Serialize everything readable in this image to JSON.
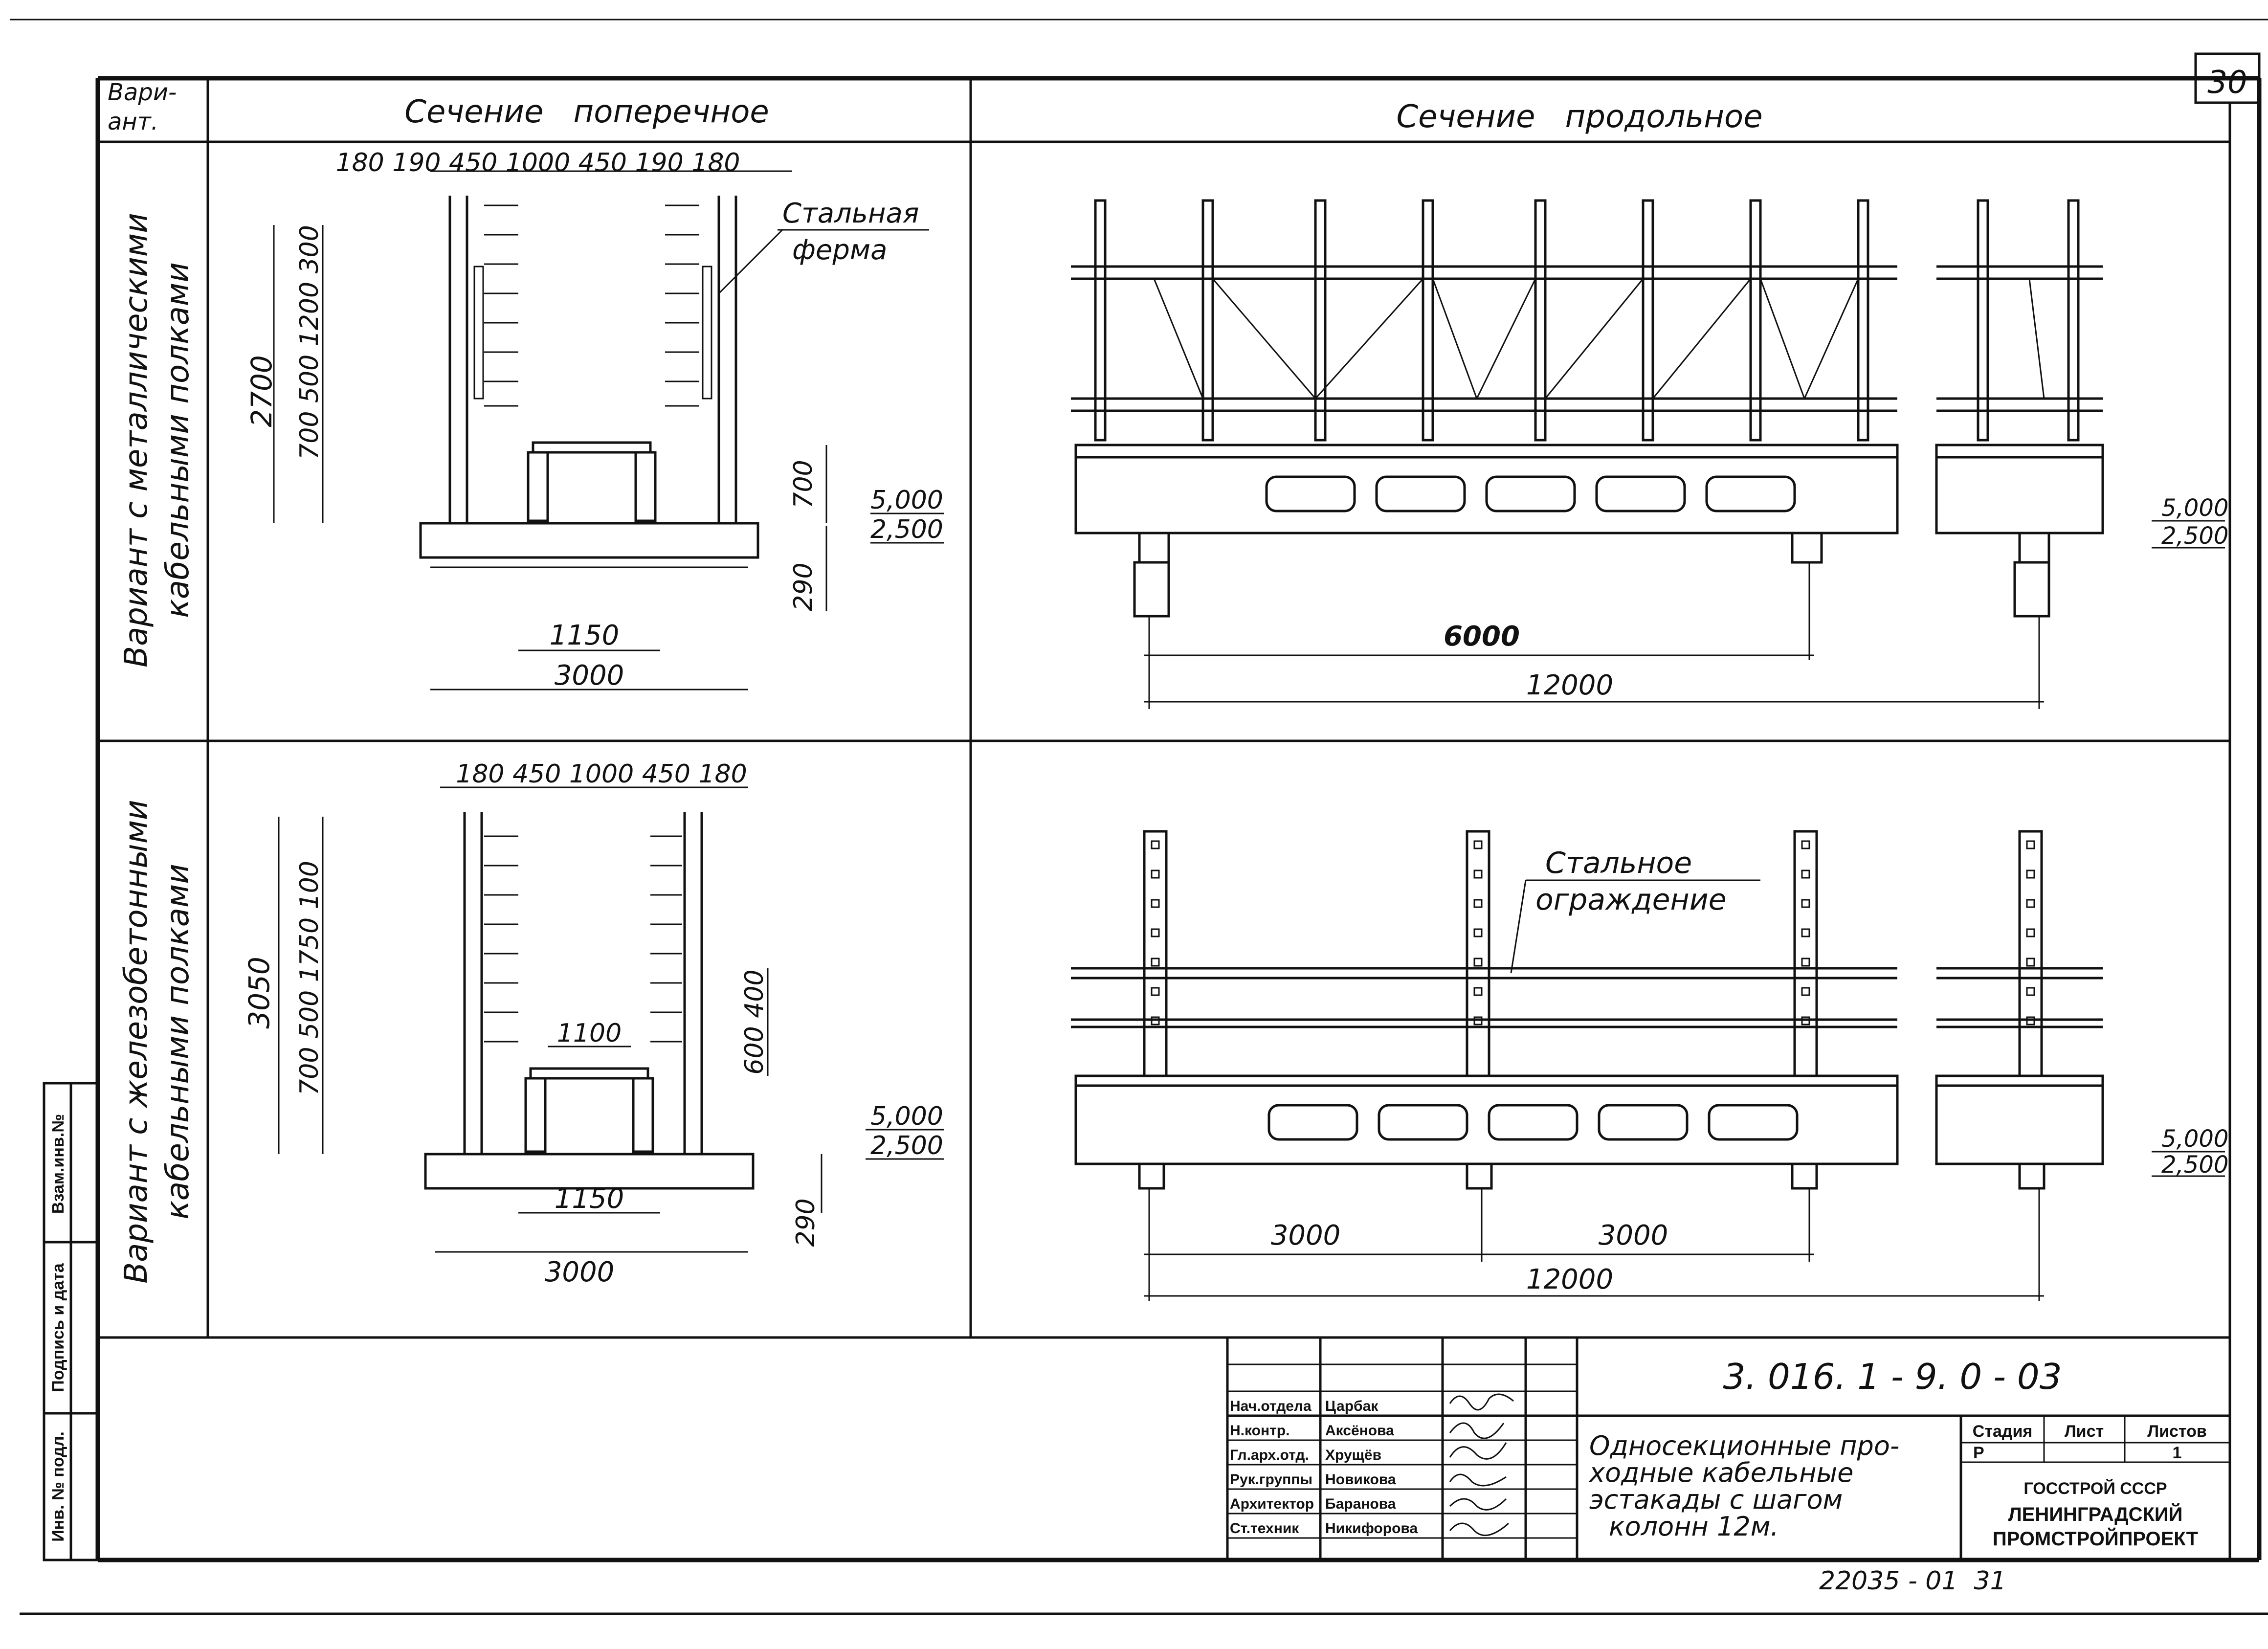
{
  "sheet_number": "30",
  "header": {
    "variant": "Вари-\nант.",
    "cross_section": "Сечение   поперечное",
    "longitudinal_section": "Сечение   продольное"
  },
  "variant_1": {
    "label_line1": "Вариант с металлическими",
    "label_line2": "кабельными полками",
    "cross": {
      "top_dims": [
        "180",
        "190",
        "450",
        "1000",
        "450",
        "190",
        "180"
      ],
      "left_total": "2700",
      "left_dims": [
        "300",
        "1200",
        "500",
        "700"
      ],
      "right_dim": "700",
      "bottom_dim": "290",
      "width_inner": "1150",
      "width_total": "3000",
      "callout": "Стальная ферма",
      "level_top": "5,000",
      "level_bottom": "2,500"
    },
    "long": {
      "span_half": "6000",
      "span_total": "12000",
      "level_top": "5,000",
      "level_bottom": "2,500"
    }
  },
  "variant_2": {
    "label_line1": "Вариант с железобетонными",
    "label_line2": "кабельными полками",
    "cross": {
      "top_dims": [
        "180",
        "450",
        "1000",
        "450",
        "180"
      ],
      "left_total": "3050",
      "left_dims": [
        "100",
        "1750",
        "500",
        "700"
      ],
      "right_dims": [
        "400",
        "600"
      ],
      "inner_width": "1100",
      "bottom_dim": "290",
      "width_inner": "1150",
      "width_total": "3000",
      "level_top": "5,000",
      "level_bottom": "2,500"
    },
    "long": {
      "span_a": "3000",
      "span_b": "3000",
      "span_total": "12000",
      "callout": "Стальное ограждение",
      "level_top": "5,000",
      "level_bottom": "2,500"
    }
  },
  "side_stamp": {
    "inv_orig": "Инв. № подл.",
    "sign_date": "Подпись и дата",
    "inv_replace": "Взам.инв.№"
  },
  "title_block": {
    "doc_code": "3. 016. 1 - 9. 0 - 03",
    "roles": [
      "Нач.отдела",
      "Н.контр.",
      "Гл.арх.отд.",
      "Рук.группы",
      "Архитектор",
      "Ст.техник"
    ],
    "names": [
      "Царбак",
      "Аксёнова",
      "Хрущёв",
      "Новикова",
      "Баранова",
      "Никифорова"
    ],
    "title": [
      "Односекционные про-",
      "ходные кабельные",
      "эстакады с шагом",
      "колонн 12м."
    ],
    "stage_label": "Стадия",
    "sheet_label": "Лист",
    "sheets_label": "Листов",
    "stage_value": "Р",
    "sheets_value": "1",
    "org_line1": "ГОССТРОЙ СССР",
    "org_line2": "ЛЕНИНГРАДСКИЙ",
    "org_line3": "ПРОМСТРОЙПРОЕКТ",
    "archive_number": "22035 - 01  31"
  }
}
